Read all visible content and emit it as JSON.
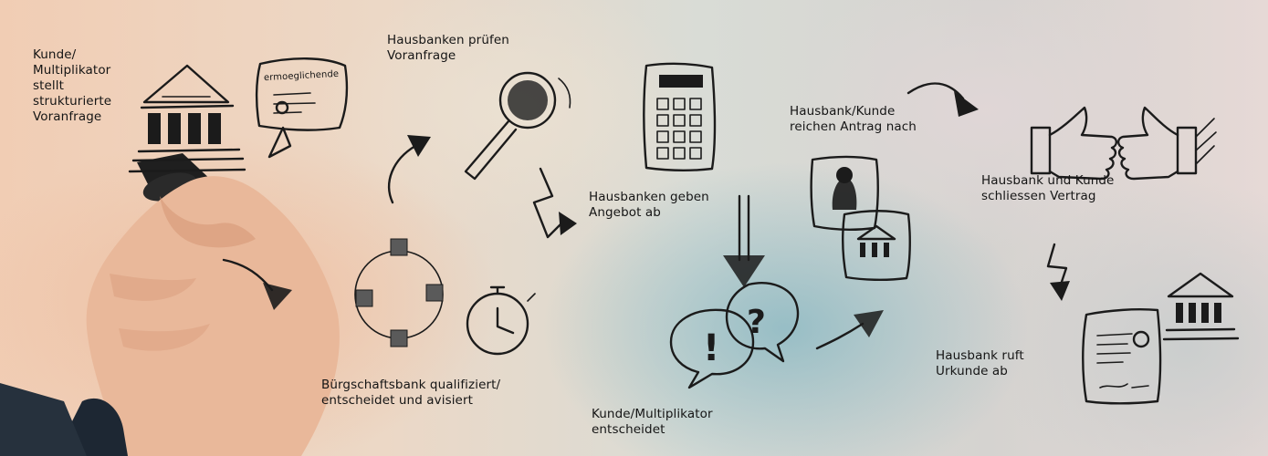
{
  "steps": [
    {
      "text": "Kunde/\nMultiplikator\nstellt\nstrukturierte\nVoranfrage"
    },
    {
      "text": "Hausbanken prüfen\nVoranfrage"
    },
    {
      "text": "Hausbanken geben\nAngebot ab"
    },
    {
      "text": "Hausbank/Kunde\nreichen Antrag nach"
    },
    {
      "text": "Hausbank und Kunde\nschliessen Vertrag"
    },
    {
      "text": "Bürgschaftsbank qualifiziert/\nentscheidet und avisiert"
    },
    {
      "text": "Kunde/Multiplikator\nentscheidet"
    },
    {
      "text": "Hausbank ruft\nUrkunde ab"
    }
  ],
  "sign_text": "ermoeglichende",
  "colors": {
    "ink": "#1b1b1b",
    "accent_fill": "#5a5a5a"
  }
}
